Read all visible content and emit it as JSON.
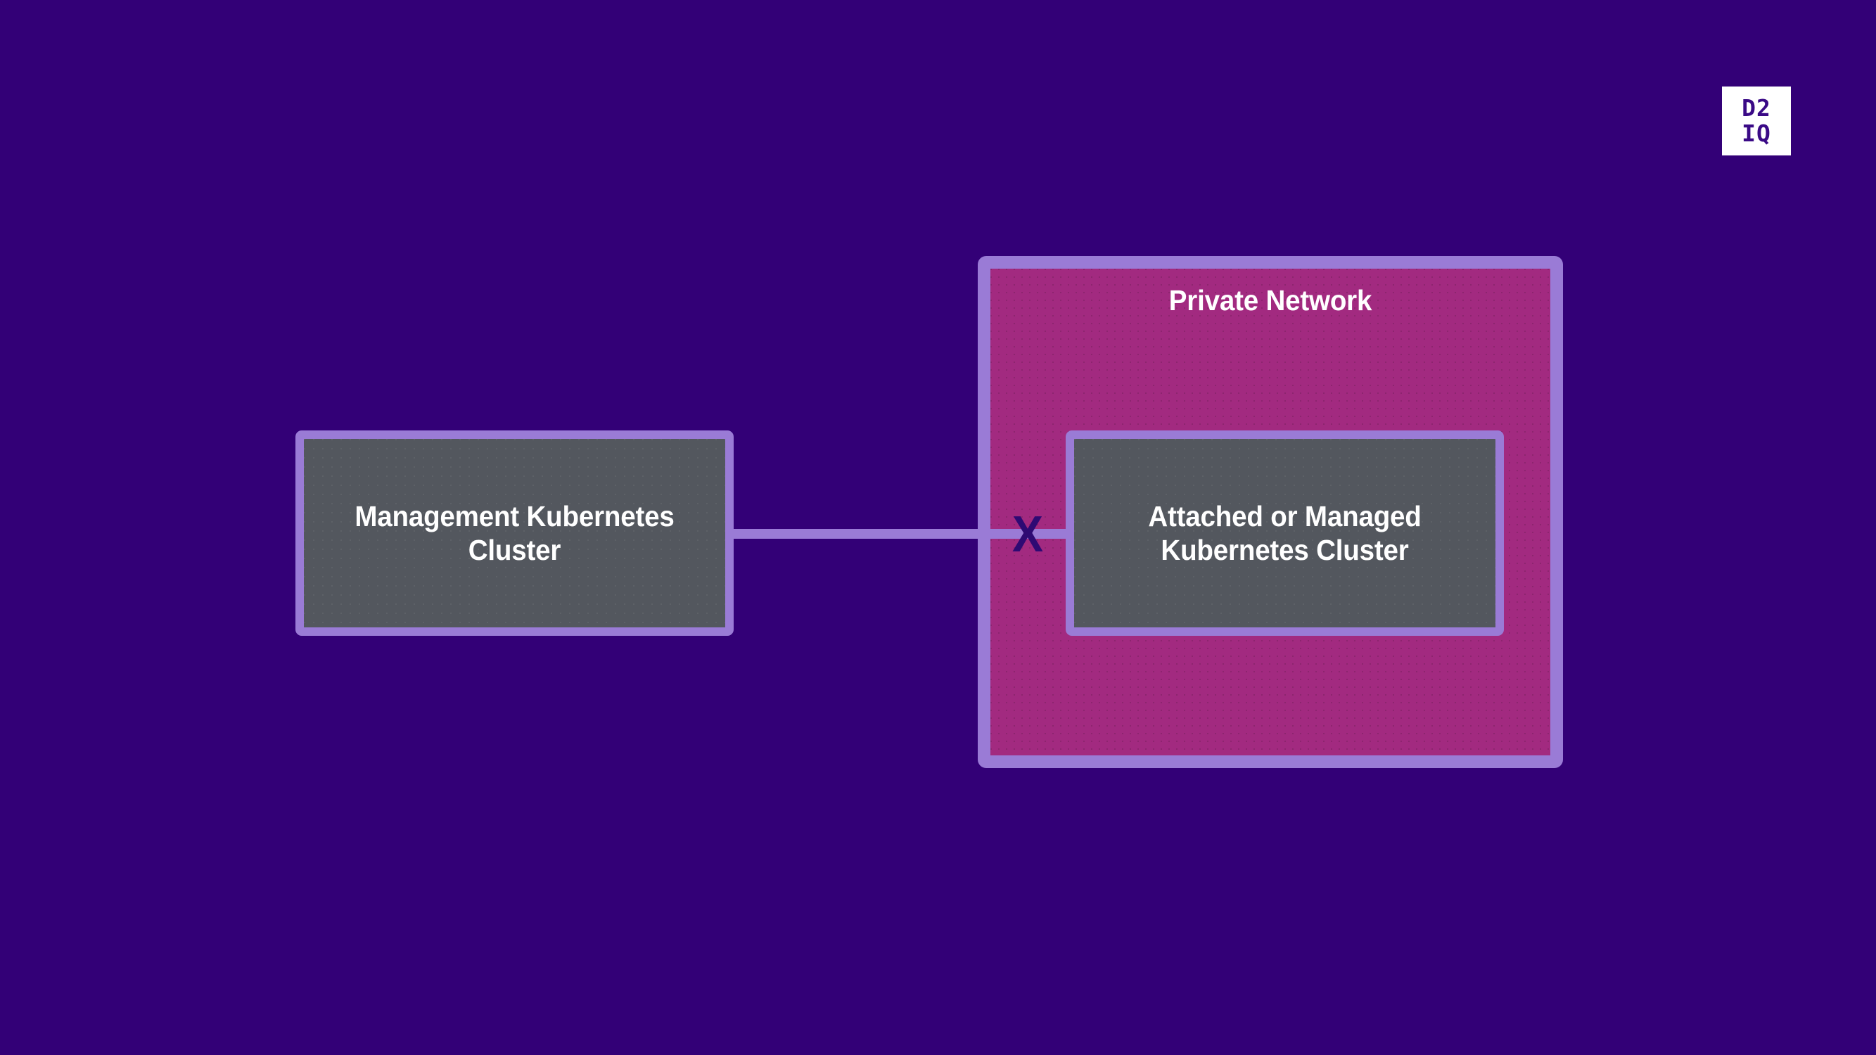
{
  "background_color": "#330077",
  "logo": {
    "name": "d2iq-logo",
    "text": "D2\nIQ",
    "background_color": "#ffffff",
    "text_color": "#3a0a86"
  },
  "diagram": {
    "type": "network-architecture-diagram",
    "nodes": [
      {
        "id": "management-cluster",
        "label": "Management Kubernetes Cluster",
        "fill_color": "#53575e",
        "border_color": "#9a7bd6"
      },
      {
        "id": "attached-cluster",
        "label": "Attached or Managed Kubernetes Cluster",
        "fill_color": "#53575e",
        "border_color": "#9a7bd6"
      }
    ],
    "groups": [
      {
        "id": "private-network",
        "title": "Private Network",
        "fill_color": "#a22a80",
        "border_color": "#9a7bd6",
        "title_color": "#ffffff",
        "contains": [
          "attached-cluster"
        ]
      }
    ],
    "connections": [
      {
        "id": "mgmt-to-attached",
        "from": "management-cluster",
        "to": "attached-cluster",
        "line_color": "#9a7bd6",
        "status_marker": "X",
        "status_marker_color": "#2e0a73",
        "status_meaning": "blocked"
      }
    ]
  }
}
